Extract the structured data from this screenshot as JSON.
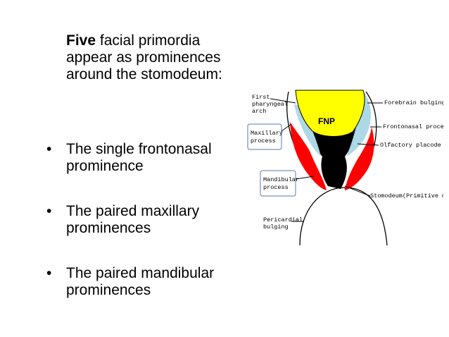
{
  "intro": {
    "bold": "Five",
    "rest": " facial primordia appear as prominences around the stomodeum:"
  },
  "bullets": [
    "The single frontonasal prominence",
    "The paired maxillary prominences",
    "The paired mandibular prominences"
  ],
  "diagram": {
    "fnp_label": "FNP",
    "labels": {
      "first_arch_1": "First",
      "first_arch_2": "pharyngeal",
      "first_arch_3": "arch",
      "maxillary_1": "Maxillary",
      "maxillary_2": "process",
      "mandibular_1": "Mandibular",
      "mandibular_2": "process",
      "pericardial_1": "Pericardial",
      "pericardial_2": "bulging",
      "forebrain": "Forebrain bulging",
      "frontonasal": "Frontonasal process",
      "olfactory": "Olfactory placode",
      "stomodeum": "Stomodeum(Primitive mouth)"
    },
    "colors": {
      "frontonasal": "#ffff00",
      "maxillary": "#ff0000",
      "mandibular_region": "#000000",
      "olfactory": "#add8e6",
      "outline": "#000000"
    }
  }
}
